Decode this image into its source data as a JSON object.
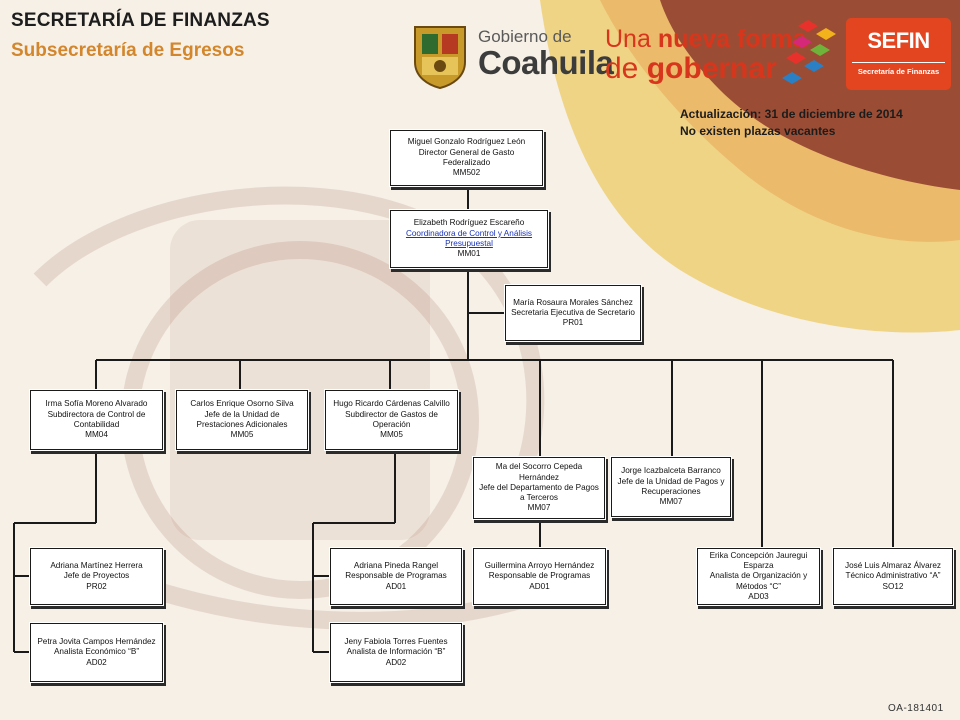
{
  "header": {
    "title": "SECRETARÍA DE FINANZAS",
    "subtitle": "Subsecretaría de Egresos"
  },
  "logos": {
    "gobierno_line1": "Gobierno de",
    "gobierno_line2": "Coahuila",
    "slogan_line1_a": "Una ",
    "slogan_line1_b": "nueva forma",
    "slogan_line2_a": "de ",
    "slogan_line2_b": "gobernar",
    "sefin": "SEFIN",
    "sefin_sub": "Secretaría de Finanzas"
  },
  "update": {
    "line1": "Actualización: 31 de diciembre de 2014",
    "line2": "No existen plazas vacantes"
  },
  "doc_code": "OA-181401",
  "colors": {
    "title_orange": "#d3862b",
    "logo_red": "#d7361c",
    "sefin_orange": "#e2451f",
    "link_blue": "#1a33b5"
  },
  "org": {
    "director": {
      "name": "Miguel Gonzalo Rodríguez León",
      "position": "Director General de Gasto Federalizado",
      "code": "MM502"
    },
    "coordinadora": {
      "name": "Elizabeth Rodríguez Escareño",
      "position": "Coordinadora de Control y Análisis Presupuestal",
      "code": "MM01"
    },
    "secretaria": {
      "name": "María Rosaura Morales Sánchez",
      "position": "Secretaria Ejecutiva de Secretario",
      "code": "PR01"
    },
    "irma": {
      "name": "Irma Sofía Moreno Alvarado",
      "position": "Subdirectora de Control de Contabilidad",
      "code": "MM04"
    },
    "carlos": {
      "name": "Carlos Enrique Osorno Silva",
      "position": "Jefe de la Unidad de Prestaciones Adicionales",
      "code": "MM05"
    },
    "hugo": {
      "name": "Hugo Ricardo Cárdenas Calvillo",
      "position": "Subdirector de Gastos de Operación",
      "code": "MM05"
    },
    "socorro": {
      "name": "Ma del Socorro Cepeda Hernández",
      "position": "Jefe del Departamento de Pagos a Terceros",
      "code": "MM07"
    },
    "jorge": {
      "name": "Jorge Icazbalceta Barranco",
      "position": "Jefe de la Unidad de Pagos y Recuperaciones",
      "code": "MM07"
    },
    "adriana_m": {
      "name": "Adriana Martínez Herrera",
      "position": "Jefe de Proyectos",
      "code": "PR02"
    },
    "petra": {
      "name": "Petra Jovita Campos Hernández",
      "position": "Analista Económico “B”",
      "code": "AD02"
    },
    "adriana_p": {
      "name": "Adriana Pineda Rangel",
      "position": "Responsable de Programas",
      "code": "AD01"
    },
    "jeny": {
      "name": "Jeny Fabiola Torres Fuentes",
      "position": "Analista de Información “B”",
      "code": "AD02"
    },
    "guillermina": {
      "name": "Guillermina Arroyo Hernández",
      "position": "Responsable de Programas",
      "code": "AD01"
    },
    "erika": {
      "name": "Erika Concepción Jauregui Esparza",
      "position": "Analista de Organización y Métodos “C”",
      "code": "AD03"
    },
    "jose": {
      "name": "José Luis Almaraz Álvarez",
      "position": "Técnico Administrativo “A”",
      "code": "SO12"
    }
  }
}
